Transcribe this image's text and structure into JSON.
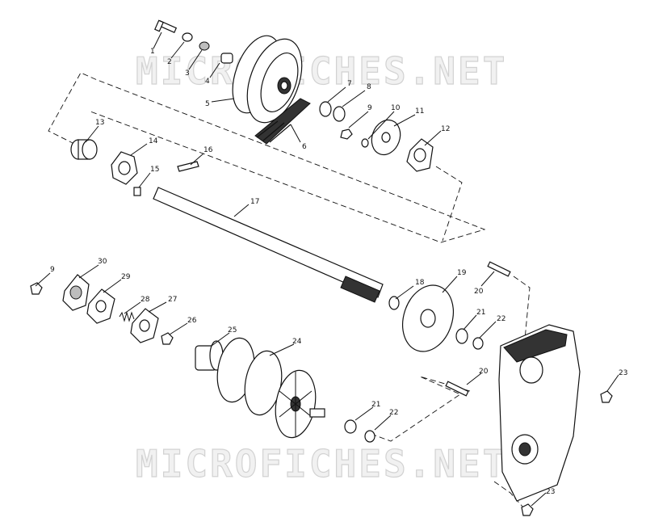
{
  "watermark": {
    "top": "MICROFICHES.NET",
    "bottom": "MICROFICHES.NET"
  },
  "callouts": [
    {
      "id": "c1",
      "text": "1"
    },
    {
      "id": "c2",
      "text": "2"
    },
    {
      "id": "c3",
      "text": "3"
    },
    {
      "id": "c4",
      "text": "4"
    },
    {
      "id": "c5",
      "text": "5"
    },
    {
      "id": "c6",
      "text": "6"
    },
    {
      "id": "c7",
      "text": "7"
    },
    {
      "id": "c8",
      "text": "8"
    },
    {
      "id": "c9a",
      "text": "9"
    },
    {
      "id": "c10",
      "text": "10"
    },
    {
      "id": "c11",
      "text": "11"
    },
    {
      "id": "c12",
      "text": "12"
    },
    {
      "id": "c13",
      "text": "13"
    },
    {
      "id": "c14",
      "text": "14"
    },
    {
      "id": "c15",
      "text": "15"
    },
    {
      "id": "c16",
      "text": "16"
    },
    {
      "id": "c17",
      "text": "17"
    },
    {
      "id": "c18",
      "text": "18"
    },
    {
      "id": "c19",
      "text": "19"
    },
    {
      "id": "c20a",
      "text": "20"
    },
    {
      "id": "c21a",
      "text": "21"
    },
    {
      "id": "c22a",
      "text": "22"
    },
    {
      "id": "c9b",
      "text": "9"
    },
    {
      "id": "c30",
      "text": "30"
    },
    {
      "id": "c29",
      "text": "29"
    },
    {
      "id": "c28",
      "text": "28"
    },
    {
      "id": "c27",
      "text": "27"
    },
    {
      "id": "c26",
      "text": "26"
    },
    {
      "id": "c25",
      "text": "25"
    },
    {
      "id": "c24",
      "text": "24"
    },
    {
      "id": "c20b",
      "text": "20"
    },
    {
      "id": "c23a",
      "text": "23"
    },
    {
      "id": "c21b",
      "text": "21"
    },
    {
      "id": "c22b",
      "text": "22"
    },
    {
      "id": "c23b",
      "text": "23"
    }
  ]
}
